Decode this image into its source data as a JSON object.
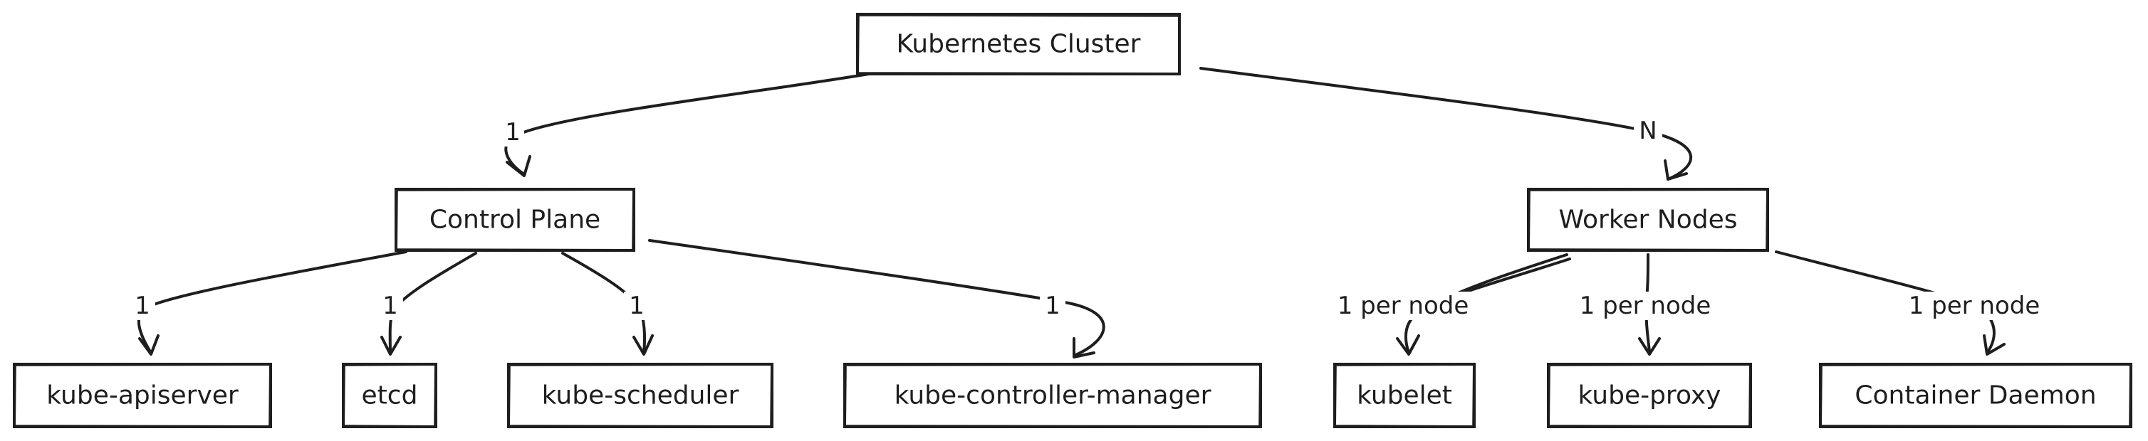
{
  "nodes": {
    "cluster": "Kubernetes Cluster",
    "control_plane": "Control Plane",
    "worker_nodes": "Worker Nodes",
    "apiserver": "kube-apiserver",
    "etcd": "etcd",
    "scheduler": "kube-scheduler",
    "controller_manager": "kube-controller-manager",
    "kubelet": "kubelet",
    "proxy": "kube-proxy",
    "container_daemon": "Container Daemon"
  },
  "edges": {
    "cluster_to_control_plane": "1",
    "cluster_to_workers": "N",
    "cp_to_apiserver": "1",
    "cp_to_etcd": "1",
    "cp_to_scheduler": "1",
    "cp_to_controller_manager": "1",
    "workers_to_kubelet": "1 per node",
    "workers_to_proxy": "1 per node",
    "workers_to_container_daemon": "1 per node"
  },
  "colors": {
    "stroke": "#1e1e1e",
    "background": "#ffffff"
  }
}
